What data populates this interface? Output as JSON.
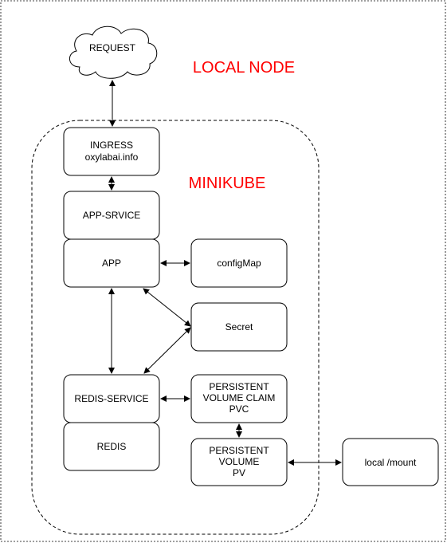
{
  "labels": {
    "local_node": "LOCAL NODE",
    "minikube": "MINIKUBE"
  },
  "nodes": {
    "request": "REQUEST",
    "ingress": [
      "INGRESS",
      "oxylabai.info"
    ],
    "app_service": "APP-SRVICE",
    "app": "APP",
    "configmap": "configMap",
    "secret": "Secret",
    "redis_service": "REDIS-SERVICE",
    "redis": "REDIS",
    "pvc": [
      "PERSISTENT",
      "VOLUME CLAIM",
      "PVC"
    ],
    "pv": [
      "PERSISTENT",
      "VOLUME",
      "PV"
    ],
    "local_mount": "local /mount"
  },
  "colors": {
    "label_red": "#ff0000",
    "stroke": "#000000",
    "background": "#ffffff"
  }
}
